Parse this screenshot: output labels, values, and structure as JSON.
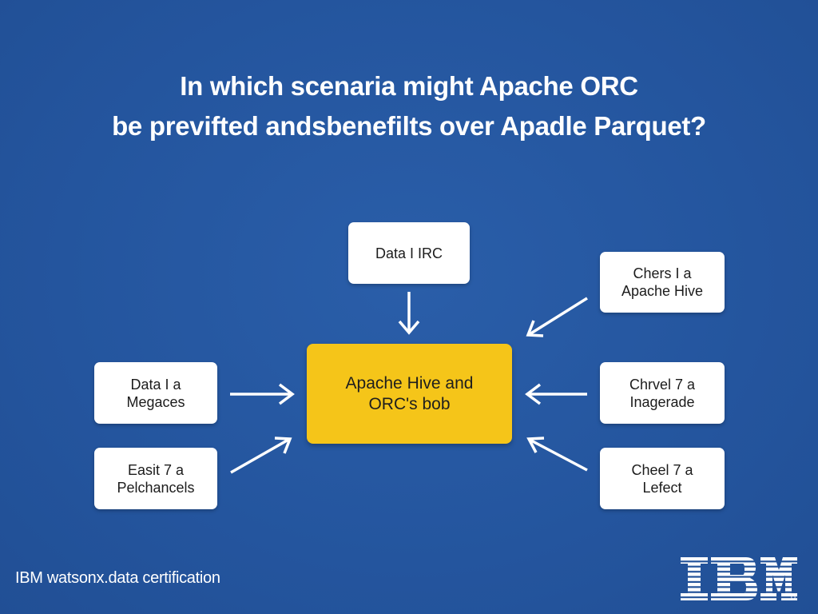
{
  "title": {
    "line1": "In which scenaria might Apache ORC",
    "line2": "be previfted andsbenefilts over Apadle Parquet?"
  },
  "diagram": {
    "center": {
      "line1": "Apache Hive and",
      "line2": "ORC's bob"
    },
    "top": {
      "line1": "Data I IRC"
    },
    "left_top": {
      "line1": "Data I a",
      "line2": "Megaces"
    },
    "left_bottom": {
      "line1": "Easit 7 a",
      "line2": "Pelchancels"
    },
    "right_top": {
      "line1": "Chers I a",
      "line2": "Apache Hive"
    },
    "right_middle": {
      "line1": "Chrvel 7 a",
      "line2": "Inagerade"
    },
    "right_bottom": {
      "line1": "Cheel 7 a",
      "line2": "Lefect"
    }
  },
  "footer": {
    "text": "IBM watsonx.data certification"
  },
  "logo": {
    "text": "IBM"
  },
  "colors": {
    "background": "#2456a0",
    "center_box": "#f5c519",
    "box": "#ffffff",
    "arrow": "#ffffff"
  }
}
